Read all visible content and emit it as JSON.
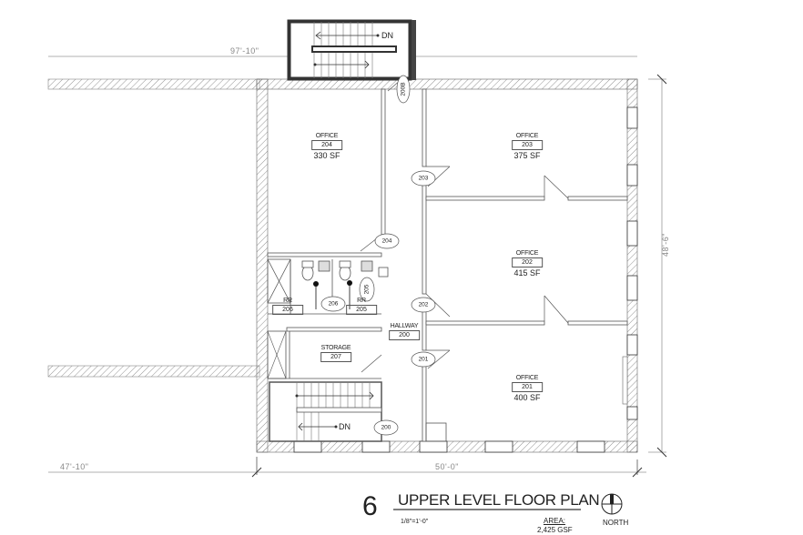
{
  "sheet": {
    "number": "6",
    "title": "UPPER LEVEL FLOOR PLAN",
    "scale": "1/8\"=1'-0\"",
    "area_label": "AREA:",
    "area_value": "2,425 GSF",
    "north_label": "NORTH"
  },
  "dimensions": {
    "top": "97'-10\"",
    "right": "48'-6\"",
    "bottom_left": "47'-10\"",
    "bottom_right": "50'-0\""
  },
  "stairs": {
    "upper_label": "DN",
    "lower_label": "DN"
  },
  "rooms": [
    {
      "name": "OFFICE",
      "number": "204",
      "area": "330 SF"
    },
    {
      "name": "OFFICE",
      "number": "203",
      "area": "375 SF"
    },
    {
      "name": "OFFICE",
      "number": "202",
      "area": "415 SF"
    },
    {
      "name": "OFFICE",
      "number": "201",
      "area": "400 SF"
    },
    {
      "name": "RR",
      "number": "206"
    },
    {
      "name": "RR",
      "number": "205"
    },
    {
      "name": "HALLWAY",
      "number": "200"
    },
    {
      "name": "STORAGE",
      "number": "207"
    }
  ],
  "door_tags": [
    "200B",
    "203",
    "204",
    "206",
    "205",
    "202",
    "201",
    "200"
  ]
}
